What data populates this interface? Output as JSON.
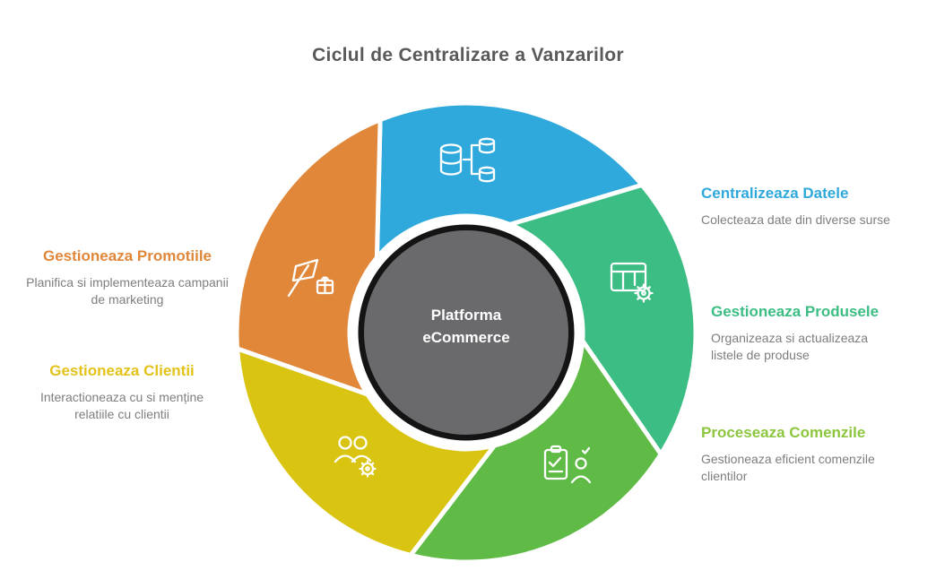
{
  "title": "Ciclul de Centralizare a Vanzarilor",
  "center": {
    "line1": "Platforma",
    "line2": "eCommerce"
  },
  "segments": [
    {
      "id": "centralizeaza-datele",
      "heading": "Centralizeaza Datele",
      "description": "Colecteaza date din diverse surse",
      "color": "#2fa9dc",
      "heading_color": "#2fa9dc",
      "icon": "database-flow-icon",
      "label_side": "right"
    },
    {
      "id": "gestioneaza-produsele",
      "heading": "Gestioneaza Produsele",
      "description": "Organizeaza si actualizeaza listele de produse",
      "color": "#3cbd83",
      "heading_color": "#3cbd83",
      "icon": "table-gear-icon",
      "label_side": "right"
    },
    {
      "id": "proceseaza-comenzile",
      "heading": "Proceseaza Comenzile",
      "description": "Gestioneaza eficient comenzile clientilor",
      "color": "#5fba46",
      "heading_color": "#8cc63f",
      "icon": "order-person-check-icon",
      "label_side": "right"
    },
    {
      "id": "gestioneaza-clientii",
      "heading": "Gestioneaza Clientii",
      "description": "Interactioneaza cu si menține relatiile cu clientii",
      "color": "#d9c411",
      "heading_color": "#e3c219",
      "icon": "people-gear-icon",
      "label_side": "left"
    },
    {
      "id": "gestioneaza-promotiile",
      "heading": "Gestioneaza Promotiile",
      "description": "Planifica si implementeaza campanii de marketing",
      "color": "#e0873a",
      "heading_color": "#e0873a",
      "icon": "megaphone-gift-icon",
      "label_side": "left"
    }
  ],
  "colors": {
    "title_text": "#595959",
    "description_text": "#7e7e7e",
    "center_fill": "#6a6a6d",
    "center_ring": "#141414",
    "background": "#ffffff"
  }
}
